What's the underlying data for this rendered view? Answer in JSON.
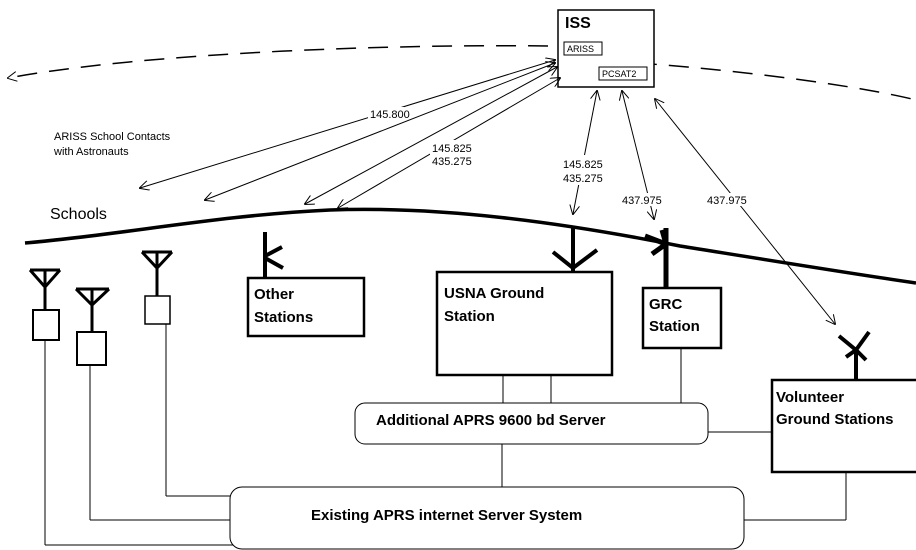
{
  "iss": {
    "title": "ISS",
    "payloads": [
      "ARISS",
      "PCSAT2"
    ]
  },
  "school_contacts_label": [
    "ARISS School Contacts",
    "with Astronauts"
  ],
  "schools_label": "Schools",
  "frequencies": {
    "f1": "145.800",
    "f2": [
      "145.825",
      "435.275"
    ],
    "f3": [
      "145.825",
      "435.275"
    ],
    "f4": "437.975",
    "f5": "437.975"
  },
  "stations": {
    "other": [
      "Other",
      "Stations"
    ],
    "usna": [
      "USNA Ground",
      "Station"
    ],
    "grc": [
      "GRC",
      "Station"
    ],
    "volunteer": [
      "Volunteer",
      "Ground Stations"
    ]
  },
  "servers": {
    "additional": "Additional APRS 9600 bd Server",
    "existing": "Existing APRS internet Server System"
  }
}
